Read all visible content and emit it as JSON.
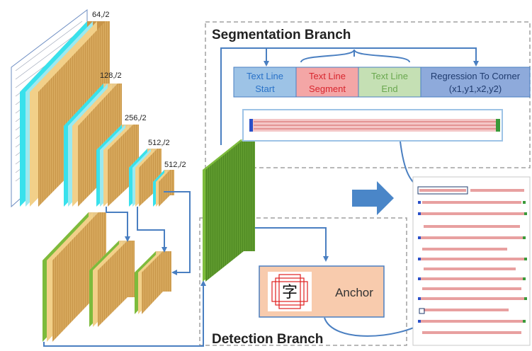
{
  "encoder": {
    "layers": [
      {
        "label": "64,/2"
      },
      {
        "label": "128,/2"
      },
      {
        "label": "256,/2"
      },
      {
        "label": "512,/2"
      },
      {
        "label": "512,/2"
      }
    ]
  },
  "segmentation": {
    "title": "Segmentation Branch",
    "heads": [
      {
        "line1": "Text Line",
        "line2": "Start",
        "color": "#2a72c8",
        "fill": "#9dc3e6"
      },
      {
        "line1": "Text Line",
        "line2": "Segment",
        "color": "#d8262e",
        "fill": "#f4a6a6"
      },
      {
        "line1": "Text Line",
        "line2": "End",
        "color": "#6aa84f",
        "fill": "#c5e0b4"
      },
      {
        "line1": "Regression To Corner",
        "line2": "(x1,y1,x2,y2)",
        "color": "#1f3b6e",
        "fill": "#8eaadb"
      }
    ]
  },
  "detection": {
    "title": "Detection Branch",
    "anchor_label": "Anchor",
    "anchor_char": "字"
  },
  "colors": {
    "layer_face": "#d9aa5e",
    "layer_cyan": "#38e1ec",
    "layer_green": "#7dbb3c",
    "fuse_green": "#5f9a2e",
    "arrow": "#4a7fc1",
    "anchor_fill": "#f8cbad"
  }
}
